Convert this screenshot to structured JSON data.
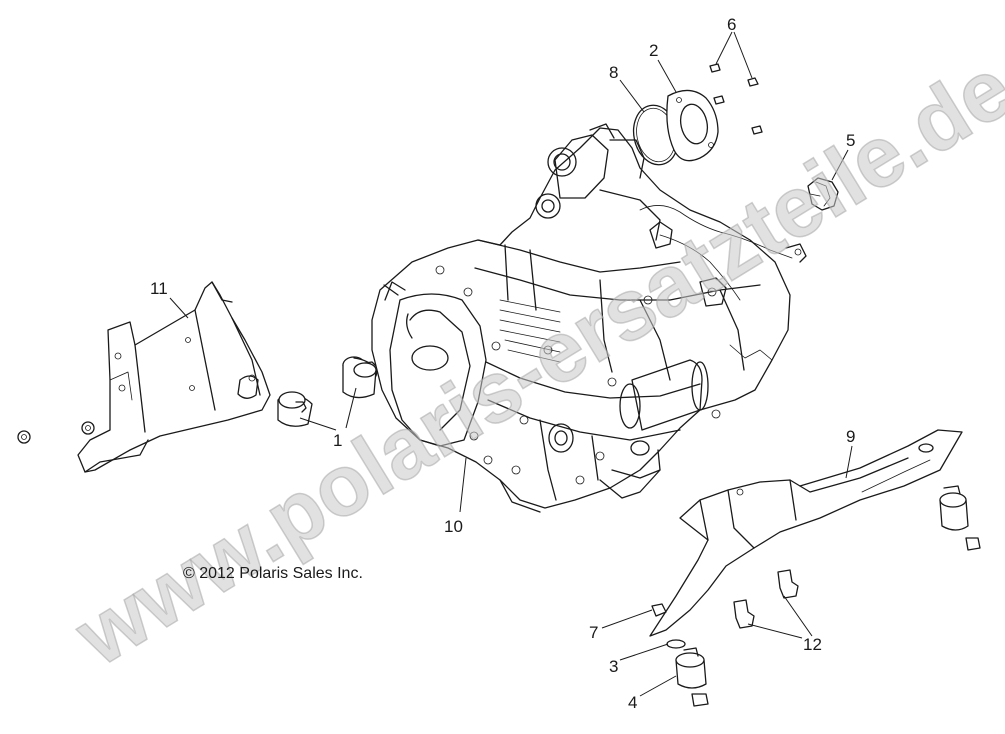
{
  "watermark": "www.polaris-ersatzteile.de",
  "copyright": "© 2012 Polaris Sales Inc.",
  "callouts": {
    "c1": "1",
    "c2": "2",
    "c3": "3",
    "c4": "4",
    "c5": "5",
    "c6": "6",
    "c7": "7",
    "c8": "8",
    "c9": "9",
    "c10": "10",
    "c11": "11",
    "c12": "12"
  },
  "parts": {
    "p1": "engine mount isolator",
    "p2": "throttle body gasket plate",
    "p3": "washer",
    "p4": "rear engine mount isolator",
    "p5": "sensor",
    "p6": "screws",
    "p7": "nut",
    "p8": "o-ring",
    "p9": "rear engine mount bracket",
    "p10": "engine assembly",
    "p11": "front engine mount bracket",
    "p12": "bolts"
  }
}
